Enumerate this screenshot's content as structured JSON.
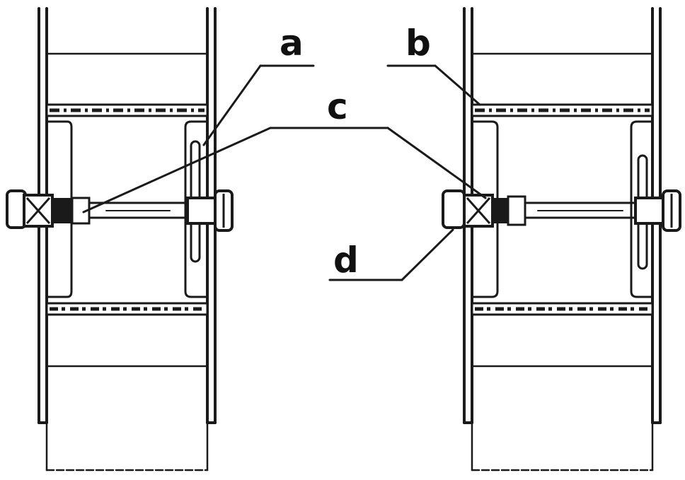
{
  "labels": {
    "a": "a",
    "b": "b",
    "c": "c",
    "d": "d"
  },
  "colors": {
    "ink": "#1a1a1a",
    "background": "#ffffff"
  }
}
